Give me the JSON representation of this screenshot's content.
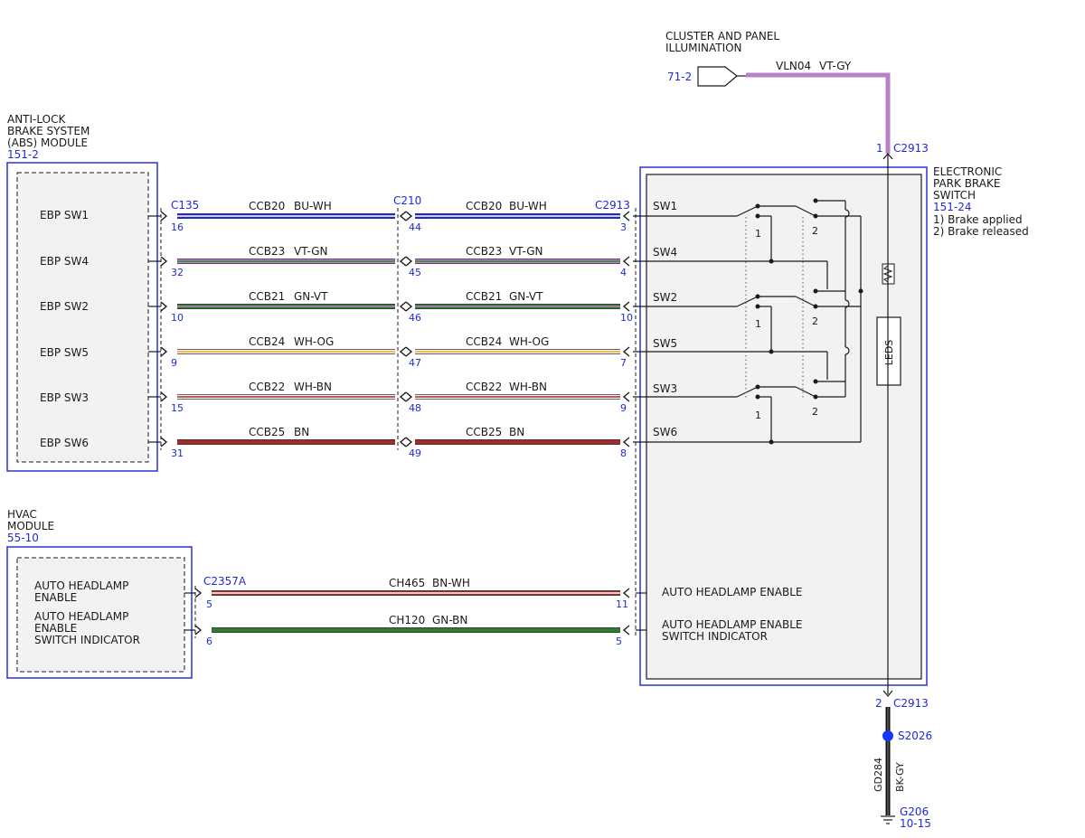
{
  "colors": {
    "module_border": "#2a33d6",
    "connector_blue": "#1f2bd8",
    "module_fill": "#f2f2f2",
    "splice": "#1536ff"
  },
  "abs": {
    "title_lines": [
      "ANTI-LOCK",
      "BRAKE SYSTEM",
      "(ABS) MODULE"
    ],
    "ref": "151-2",
    "pins": [
      "EBP SW1",
      "EBP SW4",
      "EBP SW2",
      "EBP SW5",
      "EBP SW3",
      "EBP SW6"
    ]
  },
  "hvac": {
    "title_lines": [
      "HVAC",
      "MODULE"
    ],
    "ref": "55-10",
    "pin1_lines": [
      "AUTO HEADLAMP",
      "ENABLE"
    ],
    "pin2_lines": [
      "AUTO HEADLAMP",
      "ENABLE",
      "SWITCH INDICATOR"
    ]
  },
  "epb": {
    "title_lines": [
      "ELECTRONIC",
      "PARK BRAKE",
      "SWITCH"
    ],
    "ref": "151-24",
    "notes": [
      "1) Brake applied",
      "2) Brake released"
    ],
    "pins": [
      "SW1",
      "SW4",
      "SW2",
      "SW5",
      "SW3",
      "SW6"
    ],
    "auto_enable": "AUTO HEADLAMP ENABLE",
    "auto_indicator_lines": [
      "AUTO HEADLAMP ENABLE",
      "SWITCH INDICATOR"
    ],
    "leds": "LEDS",
    "pos1": "1",
    "pos2": "2"
  },
  "connectors": {
    "c135": "C135",
    "c210": "C210",
    "c2913": "C2913",
    "c2357a": "C2357A",
    "c135_pins": [
      "16",
      "32",
      "10",
      "9",
      "15",
      "31"
    ],
    "c210_pins": [
      "44",
      "45",
      "46",
      "47",
      "48",
      "49"
    ],
    "c2913_pins": [
      "3",
      "4",
      "10",
      "7",
      "9",
      "8"
    ],
    "c2357a_pins": [
      "5",
      "6"
    ],
    "c2913_hvac_pins": [
      "11",
      "5"
    ],
    "c2913_top_pin": "1",
    "c2913_bottom_pin": "2"
  },
  "wires": [
    {
      "circuit": "CCB20",
      "color_code": "BU-WH",
      "base": "#1f2bd8",
      "stripe": "#ffffff"
    },
    {
      "circuit": "CCB23",
      "color_code": "VT-GN",
      "base": "#c47ad6",
      "stripe": "#2f8a2f"
    },
    {
      "circuit": "CCB21",
      "color_code": "GN-VT",
      "base": "#2e7d2e",
      "stripe": "#c47ad6"
    },
    {
      "circuit": "CCB24",
      "color_code": "WH-OG",
      "base": "#fff6e6",
      "stripe": "#f0a030"
    },
    {
      "circuit": "CCB22",
      "color_code": "WH-BN",
      "base": "#fff4f4",
      "stripe": "#a52a2a"
    },
    {
      "circuit": "CCB25",
      "color_code": "BN",
      "base": "#a52a2a",
      "stripe": "#a52a2a"
    }
  ],
  "hvac_wires": [
    {
      "circuit": "CH465",
      "color_code": "BN-WH",
      "base": "#a52a2a",
      "stripe": "#ffffff"
    },
    {
      "circuit": "CH120",
      "color_code": "GN-BN",
      "base": "#2e7d2e",
      "stripe": "#2e7d2e"
    }
  ],
  "illumination": {
    "title_lines": [
      "CLUSTER AND PANEL",
      "ILLUMINATION"
    ],
    "ref": "71-2",
    "circuit": "VLN04",
    "color_code": "VT-GY"
  },
  "ground": {
    "splice": "S2026",
    "circuit": "GD284",
    "color_code": "BK-GY",
    "ground_id": "G206",
    "ref": "10-15"
  }
}
